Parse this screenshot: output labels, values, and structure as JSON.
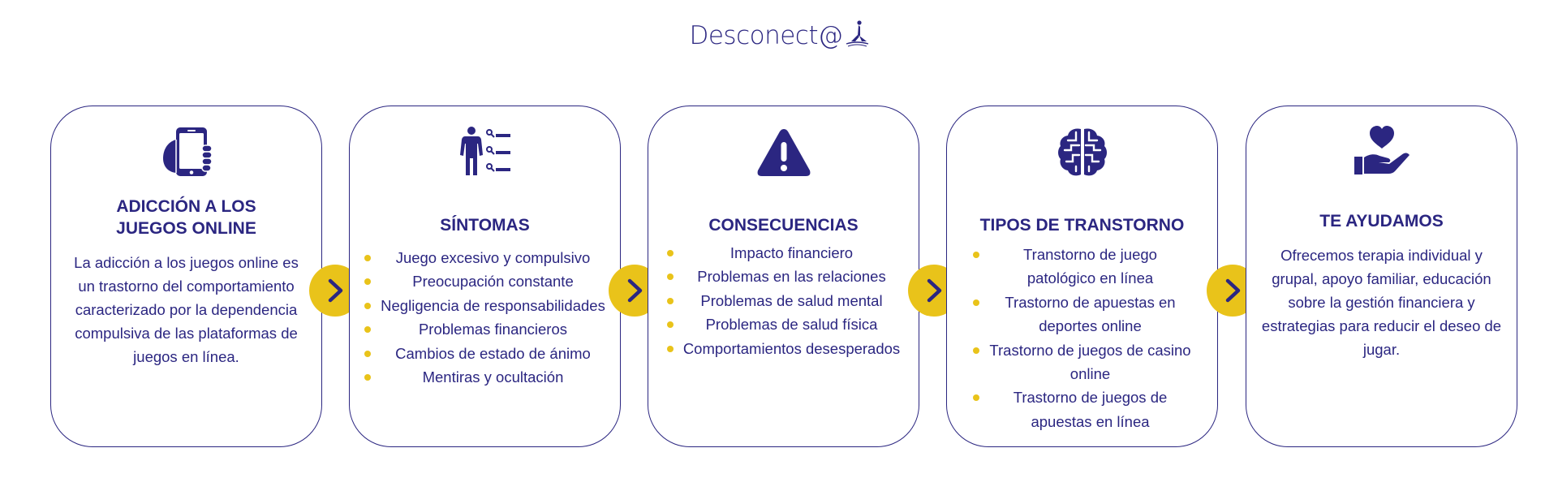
{
  "logo": {
    "text": "Desconect@"
  },
  "colors": {
    "primary": "#2b2681",
    "accent": "#e9c31a",
    "background": "#ffffff"
  },
  "cards": [
    {
      "icon": "phone-hand-icon",
      "title_line1": "ADICCIÓN A LOS",
      "title_line2": "JUEGOS ONLINE",
      "text": "La adicción a los juegos online es un trastorno del comportamiento caracterizado por la dependencia compulsiva de las plataformas de juegos en línea."
    },
    {
      "icon": "person-symptoms-icon",
      "title": "SÍNTOMAS",
      "bullets": [
        "Juego excesivo y compulsivo",
        "Preocupación constante",
        "Negligencia de responsabilidades",
        "Problemas financieros",
        "Cambios de estado de ánimo",
        "Mentiras y ocultación"
      ]
    },
    {
      "icon": "warning-icon",
      "title": "CONSECUENCIAS",
      "bullets": [
        "Impacto financiero",
        "Problemas en las relaciones",
        "Problemas de salud mental",
        "Problemas de salud física",
        "Comportamientos desesperados"
      ]
    },
    {
      "icon": "brain-icon",
      "title": "TIPOS DE TRANSTORNO",
      "bullets": [
        "Transtorno de juego patológico en línea",
        "Trastorno de apuestas en deportes online",
        "Trastorno de juegos de casino online",
        "Trastorno de juegos de apuestas en línea"
      ]
    },
    {
      "icon": "hand-heart-icon",
      "title": "TE AYUDAMOS",
      "text": "Ofrecemos terapia individual y grupal, apoyo familiar, educación sobre la gestión financiera y estrategias para reducir el deseo de jugar."
    }
  ],
  "arrows": [
    "chevron-right-icon",
    "chevron-right-icon",
    "chevron-right-icon",
    "chevron-right-icon"
  ]
}
